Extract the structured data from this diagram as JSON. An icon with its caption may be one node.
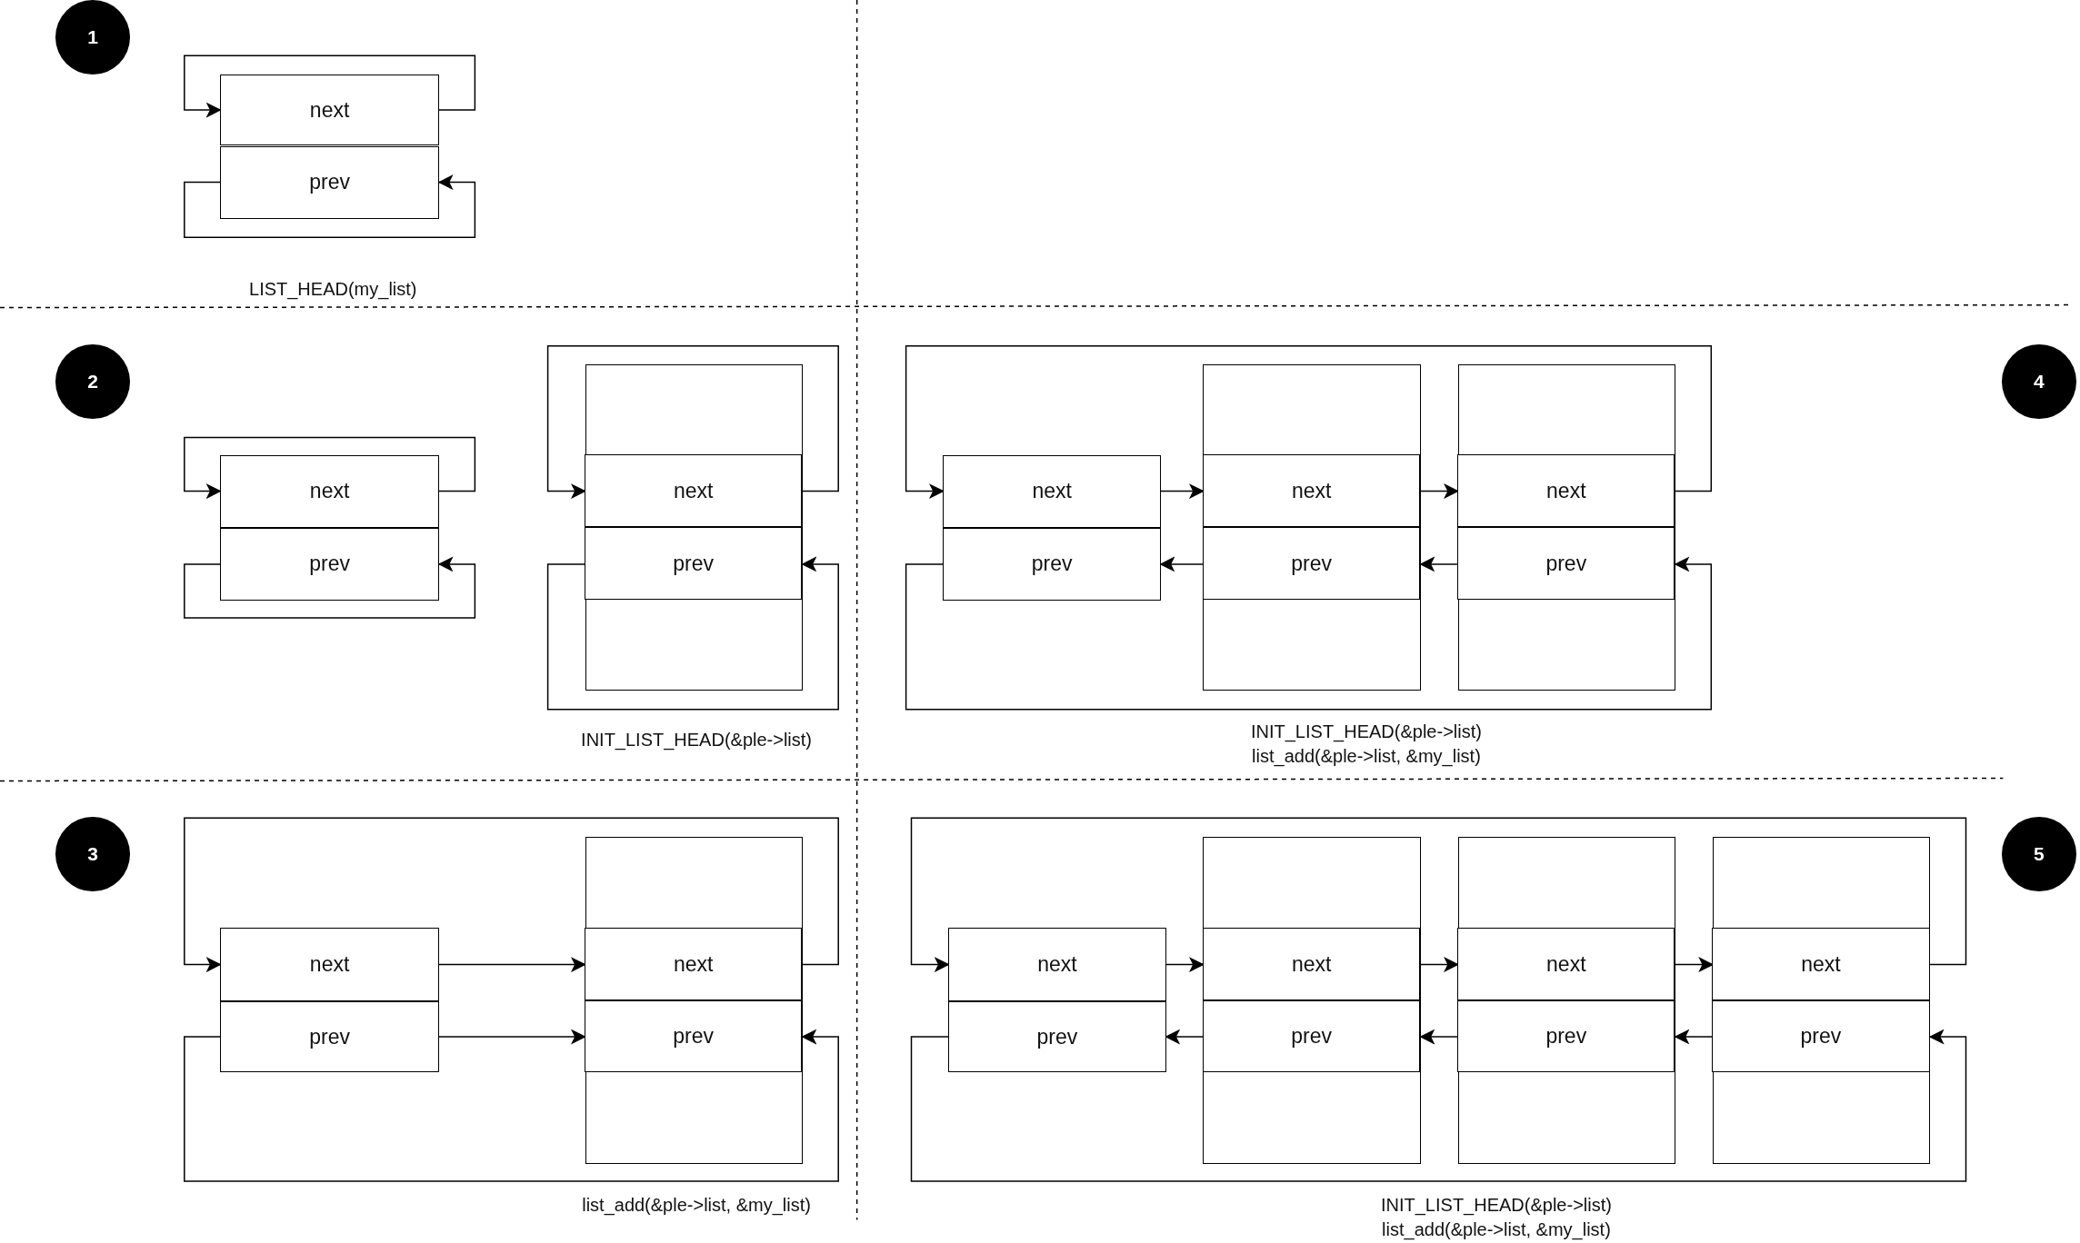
{
  "diagram": {
    "nodes": [
      {
        "text": [
          "1"
        ]
      },
      {
        "text": [
          "next"
        ]
      },
      {
        "text": [
          "prev"
        ]
      },
      {
        "text": [
          "2"
        ]
      },
      {
        "text": [
          "next"
        ]
      },
      {
        "text": [
          "prev"
        ]
      },
      {
        "text": [],
        "shape": "box"
      },
      {
        "text": [
          "next"
        ],
        "in": 6
      },
      {
        "text": [
          "prev"
        ],
        "in": 6
      },
      {
        "text": [
          "4"
        ]
      },
      {
        "text": [
          "next"
        ]
      },
      {
        "text": [
          "prev"
        ]
      },
      {
        "text": [],
        "shape": "box"
      },
      {
        "text": [
          "next"
        ],
        "in": 12
      },
      {
        "text": [
          "prev"
        ],
        "in": 12
      },
      {
        "text": [],
        "shape": "box"
      },
      {
        "text": [
          "next"
        ],
        "in": 15
      },
      {
        "text": [
          "prev"
        ],
        "in": 15
      },
      {
        "text": [
          "3"
        ]
      },
      {
        "text": [
          "next"
        ]
      },
      {
        "text": [
          "prev"
        ]
      },
      {
        "text": [],
        "shape": "box"
      },
      {
        "text": [
          "next"
        ],
        "in": 21
      },
      {
        "text": [
          "prev"
        ],
        "in": 21
      },
      {
        "text": [
          "5"
        ]
      },
      {
        "text": [
          "next"
        ]
      },
      {
        "text": [
          "prev"
        ]
      },
      {
        "text": [],
        "shape": "box"
      },
      {
        "text": [
          "next"
        ],
        "in": 27
      },
      {
        "text": [
          "prev"
        ],
        "in": 27
      },
      {
        "text": [],
        "shape": "box"
      },
      {
        "text": [
          "next"
        ],
        "in": 30
      },
      {
        "text": [
          "prev"
        ],
        "in": 30
      },
      {
        "text": [],
        "shape": "box"
      },
      {
        "text": [
          "next"
        ],
        "in": 33
      },
      {
        "text": [
          "prev"
        ],
        "in": 33
      }
    ],
    "edges": [
      {
        "from": 1,
        "to": 1,
        "arrow": "to"
      },
      {
        "from": 2,
        "to": 2,
        "arrow": "to"
      },
      {
        "from": 4,
        "to": 4,
        "arrow": "to"
      },
      {
        "from": 5,
        "to": 5,
        "arrow": "to"
      },
      {
        "from": 7,
        "to": 7,
        "arrow": "to"
      },
      {
        "from": 8,
        "to": 8,
        "arrow": "to"
      },
      {
        "from": 10,
        "to": 13,
        "arrow": "to"
      },
      {
        "from": 13,
        "to": 16,
        "arrow": "to"
      },
      {
        "from": 16,
        "to": 10,
        "arrow": "to"
      },
      {
        "from": 14,
        "to": 11,
        "arrow": "to"
      },
      {
        "from": 17,
        "to": 14,
        "arrow": "to"
      },
      {
        "from": 11,
        "to": 17,
        "arrow": "to"
      },
      {
        "from": 19,
        "to": 22,
        "arrow": "to"
      },
      {
        "from": 20,
        "to": 23,
        "arrow": "to"
      },
      {
        "from": 22,
        "to": 19,
        "arrow": "to"
      },
      {
        "from": 20,
        "to": 23,
        "arrow": "to"
      },
      {
        "from": 25,
        "to": 28,
        "arrow": "to"
      },
      {
        "from": 28,
        "to": 31,
        "arrow": "to"
      },
      {
        "from": 31,
        "to": 34,
        "arrow": "to"
      },
      {
        "from": 34,
        "to": 25,
        "arrow": "to"
      },
      {
        "from": 29,
        "to": 26,
        "arrow": "to"
      },
      {
        "from": 32,
        "to": 29,
        "arrow": "to"
      },
      {
        "from": 35,
        "to": 32,
        "arrow": "to"
      },
      {
        "from": 26,
        "to": 35,
        "arrow": "to"
      }
    ],
    "labels": [
      "LIST_HEAD(my_list)",
      "INIT_LIST_HEAD(&ple->list)",
      "INIT_LIST_HEAD(&ple->list)",
      "list_add(&ple->list, &my_list)",
      "list_add(&ple->list, &my_list)",
      "INIT_LIST_HEAD(&ple->list)",
      "list_add(&ple->list, &my_list)"
    ]
  }
}
